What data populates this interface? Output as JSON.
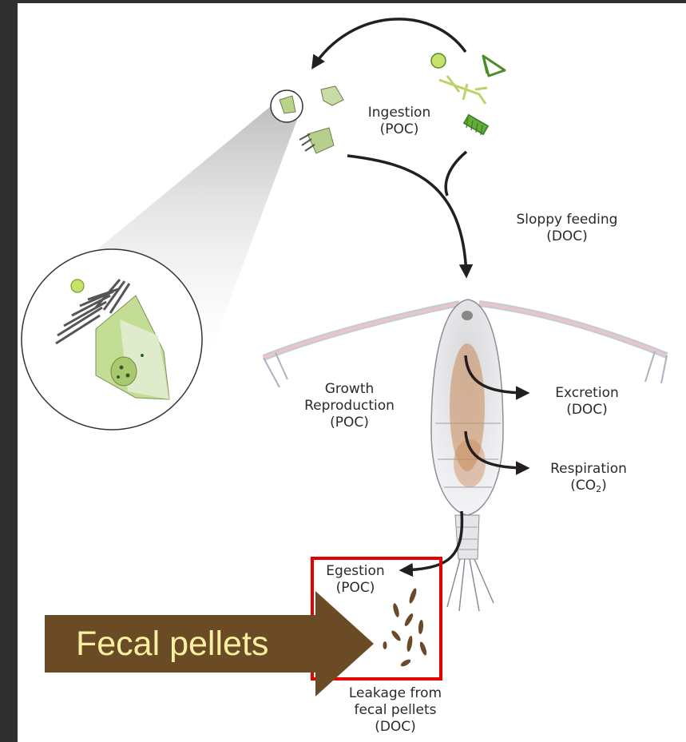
{
  "labels": {
    "ingestion": {
      "name": "Ingestion",
      "sub": "(POC)"
    },
    "sloppy_feeding": {
      "name": "Sloppy feeding",
      "sub": "(DOC)"
    },
    "growth": {
      "line1": "Growth",
      "line2": "Reproduction",
      "line3": "(POC)"
    },
    "excretion": {
      "name": "Excretion",
      "sub": "(DOC)"
    },
    "respiration": {
      "name": "Respiration",
      "sub_prefix": "(CO",
      "sub_index": "2",
      "sub_suffix": ")"
    },
    "egestion": {
      "name": "Egestion",
      "sub": "(POC)"
    },
    "leakage": {
      "line1": "Leakage from",
      "line2": "fecal pellets",
      "line3": "(DOC)"
    }
  },
  "callout": {
    "text": "Fecal pellets"
  },
  "colors": {
    "background_frame": "#2b2b2b",
    "panel": "#ffffff",
    "arrows": "#231f20",
    "highlight_box": "#e60000",
    "callout_fill": "#6b4b25",
    "callout_text": "#f6f0a0",
    "copepod_body": "#e6e6e8",
    "gut": "#c98a5a",
    "ciliate": "#b9d48a",
    "phyto_green": "#7cc242"
  }
}
